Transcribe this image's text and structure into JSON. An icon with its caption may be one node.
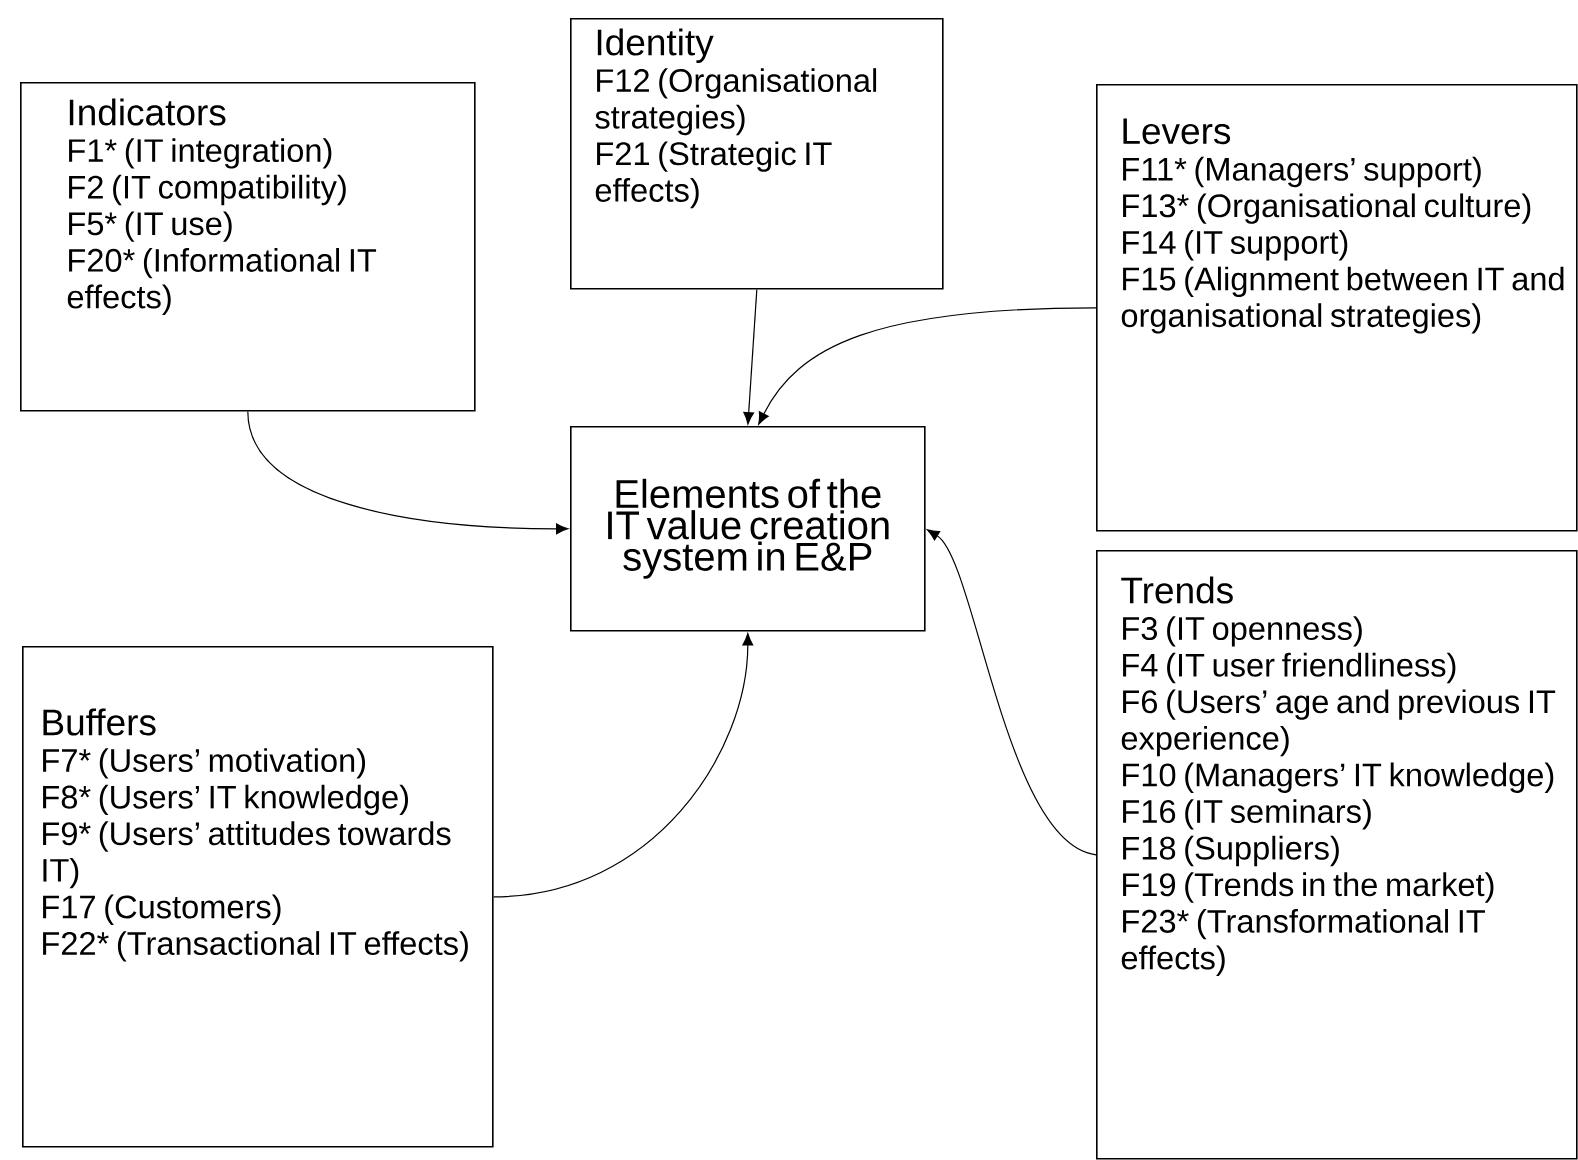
{
  "diagram": {
    "nodes": [
      {
        "text": [
          "Indicators",
          "F1* (IT integration)",
          "F2 (IT compatibility)",
          "F5* (IT use)",
          "F20* (Informational IT effects)"
        ]
      },
      {
        "text": [
          "Identity",
          "F12 (Organisational strategies)",
          "F21 (Strategic IT effects)"
        ]
      },
      {
        "text": [
          "Levers",
          "F11* (Managers’ support)",
          "F13* (Organisational culture)",
          "F14 (IT support)",
          "F15 (Alignment between IT and organisational strategies)"
        ]
      },
      {
        "text": [
          "Elements of the IT value creation system in E&P"
        ]
      },
      {
        "text": [
          "Buffers",
          "F7* (Users’ motivation)",
          "F8* (Users’ IT knowledge)",
          "F9* (Users’ attitudes towards IT)",
          "F17 (Customers)",
          "F22* (Transactional IT effects)"
        ]
      },
      {
        "text": [
          "Trends",
          "F3 (IT openness)",
          "F4 (IT user friendliness)",
          "F6 (Users’ age and previous IT experience)",
          "F10 (Managers’ IT knowledge)",
          "F16 (IT seminars)",
          "F18 (Suppliers)",
          "F19 (Trends in the market)",
          "F23* (Transformational IT effects)"
        ]
      }
    ],
    "edges": [
      {
        "from": 0,
        "to": 3,
        "arrow": "to"
      },
      {
        "from": 1,
        "to": 3,
        "arrow": "to"
      },
      {
        "from": 2,
        "to": 3,
        "arrow": "to"
      },
      {
        "from": 5,
        "to": 3,
        "arrow": "to"
      },
      {
        "from": 4,
        "to": 3,
        "arrow": "to"
      }
    ]
  }
}
